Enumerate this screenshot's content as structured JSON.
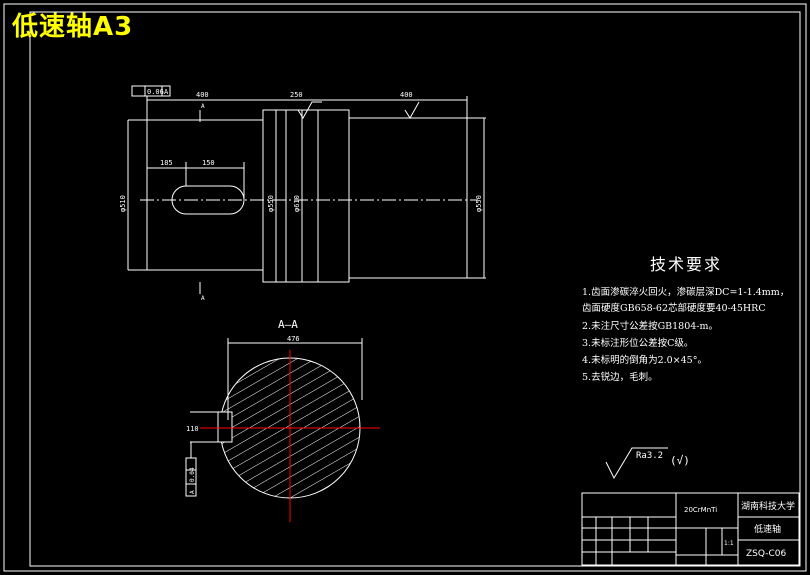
{
  "title": "低速轴A3",
  "section_label": "A—A",
  "section_marker": "A",
  "tolerance_frame": {
    "value": "0.06",
    "datum": "A"
  },
  "tolerance_frame2": {
    "value": "0.04",
    "datum": "A"
  },
  "dimensions": {
    "len_left": "400",
    "len_mid": "250",
    "len_right": "400",
    "keyway_offset": "185",
    "keyway_len": "150",
    "dia_left": "φ510",
    "dia_mid1": "φ550",
    "dia_mid2": "φ610",
    "dia_right": "φ550",
    "section_width": "476",
    "section_depth": "110"
  },
  "tech_requirements": {
    "title": "技术要求",
    "items": [
      "1.齿面渗碳淬火回火，渗碳层深DC=1-1.4mm，",
      "   齿面硬度GB658-62芯部硬度要40-45HRC",
      "2.未注尺寸公差按GB1804-m。",
      "3.未标注形位公差按C级。",
      "4.未标明的倒角为2.0×45°。",
      "5.去锐边，毛刺。"
    ]
  },
  "surface_finish": {
    "value": "Ra3.2",
    "note": "(√)"
  },
  "title_block": {
    "material": "20CrMnTi",
    "university": "湖南科技大学",
    "part_name": "低速轴",
    "drawing_no": "ZSQ-C06",
    "scale": "1:1"
  },
  "colors": {
    "background": "#000000",
    "line": "#ffffff",
    "title": "#ffff00",
    "center_line": "#ff0000",
    "hatch": "#ffffff"
  }
}
